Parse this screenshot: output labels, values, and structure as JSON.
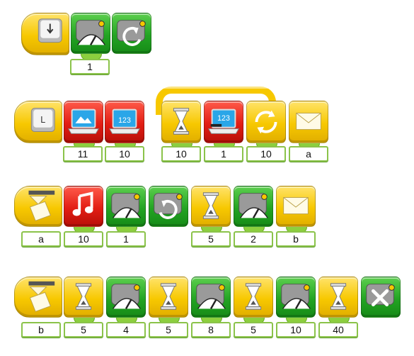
{
  "palette": {
    "yellow": "#f7c800",
    "green": "#23a423",
    "red": "#e21e14",
    "param_border": "#8bc34a"
  },
  "rows": [
    {
      "blocks": [
        {
          "kind": "start-key",
          "icon": "key-down-arrow-icon"
        },
        {
          "kind": "motor-power",
          "icon": "motor-power-icon",
          "param": "1"
        },
        {
          "kind": "motor-direction",
          "icon": "motor-direction-ccw-icon"
        }
      ]
    },
    {
      "blocks": [
        {
          "kind": "start-key",
          "icon": "key-letter-l-icon",
          "key_letter": "L"
        },
        {
          "kind": "display",
          "icon": "laptop-image-icon",
          "param": "11"
        },
        {
          "kind": "display",
          "icon": "laptop-number-icon",
          "param": "10",
          "screen_text": "123"
        },
        {
          "kind": "wait",
          "icon": "hourglass-icon",
          "param": "10"
        },
        {
          "kind": "display-subtract",
          "icon": "laptop-minus-icon",
          "param": "1",
          "screen_text": "123"
        },
        {
          "kind": "repeat",
          "icon": "repeat-icon",
          "param": "10"
        },
        {
          "kind": "send-message",
          "icon": "envelope-icon",
          "param": "a"
        }
      ]
    },
    {
      "blocks": [
        {
          "kind": "start-message",
          "icon": "message-receive-icon",
          "param": "a"
        },
        {
          "kind": "sound",
          "icon": "music-note-icon",
          "param": "10"
        },
        {
          "kind": "motor-power",
          "icon": "motor-power-icon",
          "param": "1"
        },
        {
          "kind": "motor-direction",
          "icon": "motor-direction-cw-icon"
        },
        {
          "kind": "wait",
          "icon": "hourglass-icon",
          "param": "5"
        },
        {
          "kind": "motor-power",
          "icon": "motor-power-icon",
          "param": "2"
        },
        {
          "kind": "send-message",
          "icon": "envelope-icon",
          "param": "b"
        }
      ]
    },
    {
      "blocks": [
        {
          "kind": "start-message",
          "icon": "message-receive-icon",
          "param": "b"
        },
        {
          "kind": "wait",
          "icon": "hourglass-icon",
          "param": "5"
        },
        {
          "kind": "motor-power",
          "icon": "motor-power-icon",
          "param": "4"
        },
        {
          "kind": "wait",
          "icon": "hourglass-icon",
          "param": "5"
        },
        {
          "kind": "motor-power",
          "icon": "motor-power-icon",
          "param": "8"
        },
        {
          "kind": "wait",
          "icon": "hourglass-icon",
          "param": "5"
        },
        {
          "kind": "motor-power",
          "icon": "motor-power-icon",
          "param": "10"
        },
        {
          "kind": "wait",
          "icon": "hourglass-icon",
          "param": "40"
        },
        {
          "kind": "motor-off",
          "icon": "motor-off-icon"
        }
      ]
    }
  ]
}
